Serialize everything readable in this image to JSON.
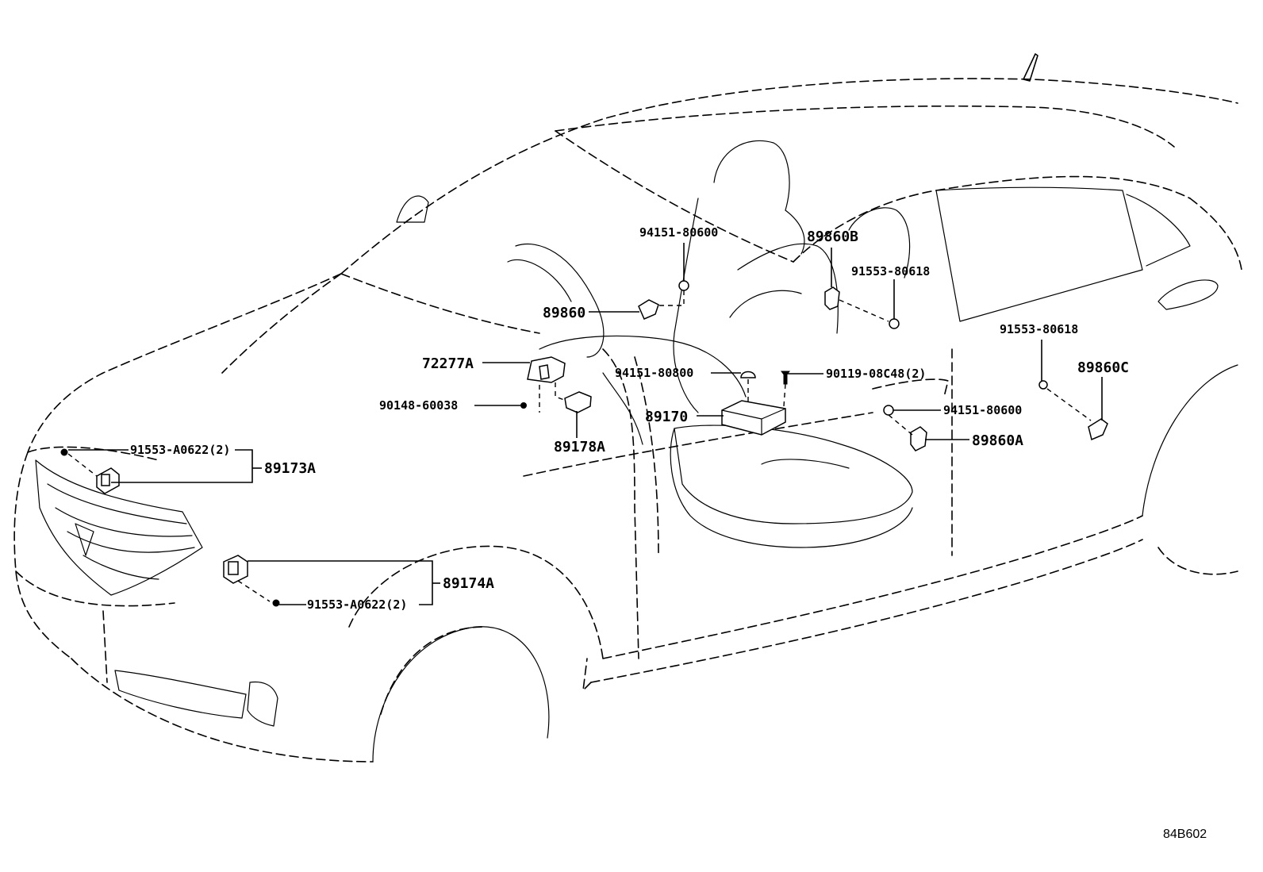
{
  "diagram_id": "84B602",
  "callouts": [
    {
      "id": "c1",
      "text": "94151-80600",
      "size": "small"
    },
    {
      "id": "c2",
      "text": "89860B",
      "size": "big"
    },
    {
      "id": "c3",
      "text": "91553-80618",
      "size": "small"
    },
    {
      "id": "c4",
      "text": "89860",
      "size": "big"
    },
    {
      "id": "c5",
      "text": "91553-80618",
      "size": "small"
    },
    {
      "id": "c6",
      "text": "72277A",
      "size": "big"
    },
    {
      "id": "c7",
      "text": "94151-80800",
      "size": "small"
    },
    {
      "id": "c8",
      "text": "90119-08C48(2)",
      "size": "small"
    },
    {
      "id": "c9",
      "text": "89860C",
      "size": "big"
    },
    {
      "id": "c10",
      "text": "90148-60038",
      "size": "small"
    },
    {
      "id": "c11",
      "text": "94151-80600",
      "size": "small"
    },
    {
      "id": "c12",
      "text": "89170",
      "size": "big"
    },
    {
      "id": "c13",
      "text": "89860A",
      "size": "big"
    },
    {
      "id": "c14",
      "text": "89178A",
      "size": "big"
    },
    {
      "id": "c15",
      "text": "91553-A0622(2)",
      "size": "small"
    },
    {
      "id": "c16",
      "text": "89173A",
      "size": "big"
    },
    {
      "id": "c17",
      "text": "89174A",
      "size": "big"
    },
    {
      "id": "c18",
      "text": "91553-A0622(2)",
      "size": "small"
    }
  ]
}
